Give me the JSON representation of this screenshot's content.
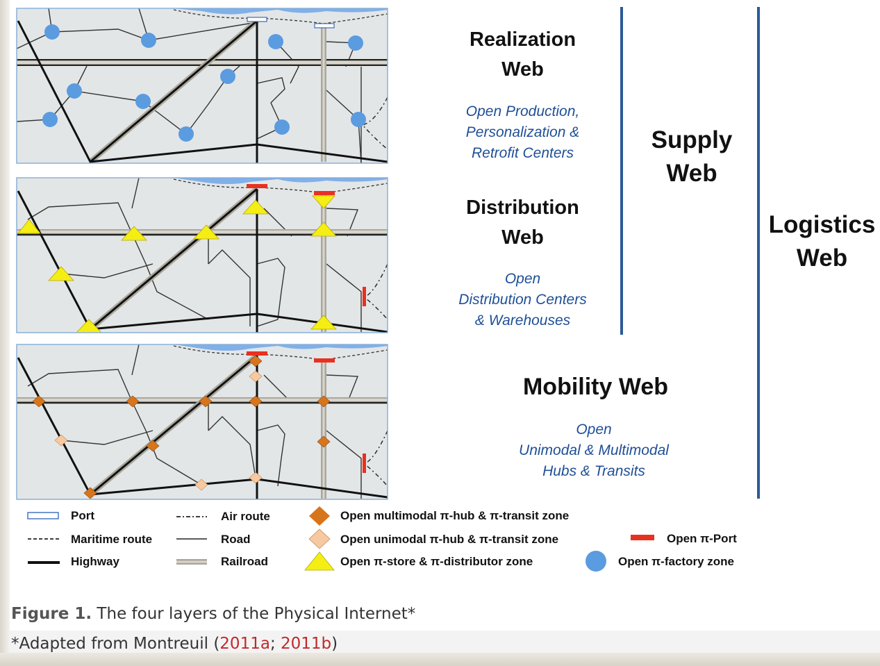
{
  "layers": [
    {
      "title": "Realization\nWeb",
      "subtitle": "Open Production,\nPersonalization &\nRetrofit Centers"
    },
    {
      "title": "Distribution\nWeb",
      "subtitle": "Open\nDistribution Centers\n& Warehouses"
    },
    {
      "title": "Mobility Web",
      "subtitle": "Open\nUnimodal & Multimodal\nHubs & Transits"
    }
  ],
  "groups": {
    "supply": "Supply\nWeb",
    "logistics": "Logistics\nWeb"
  },
  "legend": {
    "port": "Port",
    "maritime": "Maritime route",
    "highway": "Highway",
    "air": "Air route",
    "road": "Road",
    "railroad": "Railroad",
    "multimodal": "Open multimodal π-hub & π-transit zone",
    "unimodal": "Open unimodal π-hub & π-transit zone",
    "store": "Open π-store & π-distributor zone",
    "piport": "Open π-Port",
    "factory": "Open π-factory zone"
  },
  "caption": {
    "label": "Figure 1.",
    "text": " The four layers of the Physical Internet*",
    "note_prefix": "*Adapted from Montreuil (",
    "ref1": "2011a",
    "sep": "; ",
    "ref2": "2011b",
    "note_suffix": ")"
  },
  "colors": {
    "map_bg": "#e3e6e7",
    "water": "#7fb0ea",
    "factory": "#5b9be0",
    "store": "#f5ee14",
    "multimodal": "#d8751b",
    "unimodal": "#f7c9a0",
    "piport": "#e8311f",
    "accent": "#1f4f96"
  }
}
